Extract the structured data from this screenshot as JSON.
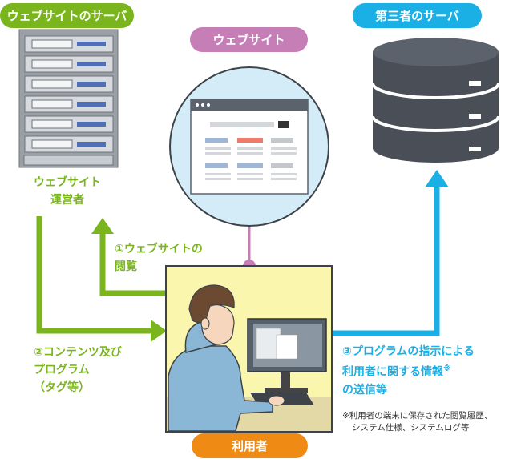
{
  "labels": {
    "website_server": "ウェブサイトのサーバ",
    "third_party_server": "第三者のサーバ",
    "website": "ウェブサイト",
    "user": "利用者"
  },
  "operator": {
    "line1": "ウェブサイト",
    "line2": "運営者"
  },
  "arrows": {
    "browse": {
      "line1": "①ウェブサイトの",
      "line2": "閲覧"
    },
    "content": {
      "line1": "②コンテンツ及び",
      "line2": "プログラム",
      "line3": "（タグ等）"
    },
    "send": {
      "line1": "③プログラムの指示による",
      "line2": "利用者に関する情報",
      "mark": "※",
      "line3": "の送信等"
    }
  },
  "footnote": {
    "line1": "※利用者の端末に保存された閲覧履歴、",
    "line2": "システム仕様、システムログ等"
  },
  "colors": {
    "green": "#7ab51d",
    "blue": "#1ab0e6",
    "purple": "#c67fb6",
    "orange": "#ef8a14",
    "user_panel": "#fbf6ad",
    "website_circle": "#d3ecf8",
    "server_dark": "#4a4f57"
  },
  "icons": [
    "server-rack-icon",
    "database-icon",
    "browser-window-icon",
    "person-at-computer-icon"
  ]
}
